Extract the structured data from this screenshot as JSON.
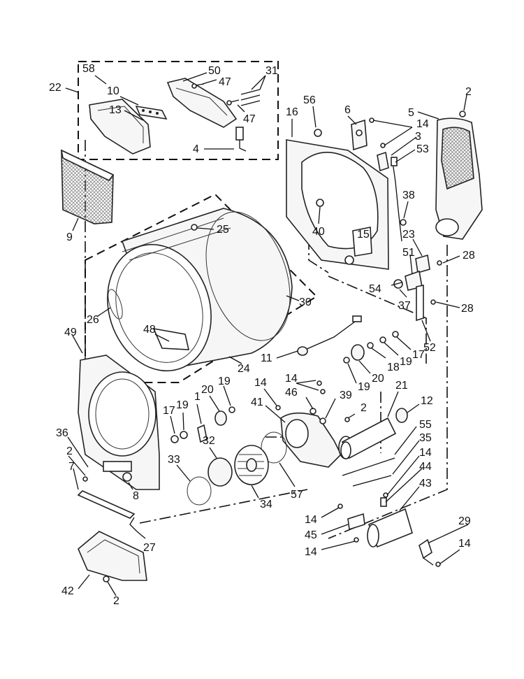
{
  "labels": {
    "p58": "58",
    "p22": "22",
    "p10": "10",
    "p13": "13",
    "p50": "50",
    "p47a": "47",
    "p31": "31",
    "p47b": "47",
    "p4": "4",
    "p9": "9",
    "p25": "25",
    "p30": "30",
    "p26": "26",
    "p48": "48",
    "p24": "24",
    "p16": "16",
    "p56": "56",
    "p6": "6",
    "p14a": "14",
    "p3": "3",
    "p53": "53",
    "p40": "40",
    "p15": "15",
    "p38": "38",
    "p23": "23",
    "p51": "51",
    "p54": "54",
    "p37": "37",
    "p28a": "28",
    "p28b": "28",
    "p52": "52",
    "p2a": "2",
    "p5": "5",
    "p11": "11",
    "p18": "18",
    "p19a": "19",
    "p17a": "17",
    "p20a": "20",
    "p19b": "19",
    "p49": "49",
    "p17b": "17",
    "p19c": "19",
    "p1": "1",
    "p20b": "20",
    "p19d": "19",
    "p14b": "14",
    "p14c": "14",
    "p46": "46",
    "p39": "39",
    "p21": "21",
    "p12": "12",
    "p41": "41",
    "p2b": "2",
    "p55": "55",
    "p35": "35",
    "p14d": "14",
    "p36": "36",
    "p32": "32",
    "p2c": "2",
    "p33": "33",
    "p7": "7",
    "p8": "8",
    "p34": "34",
    "p57": "57",
    "p44": "44",
    "p43": "43",
    "p14e": "14",
    "p45": "45",
    "p14f": "14",
    "p29": "29",
    "p14g": "14",
    "p27": "27",
    "p42": "42",
    "p2d": "2"
  }
}
